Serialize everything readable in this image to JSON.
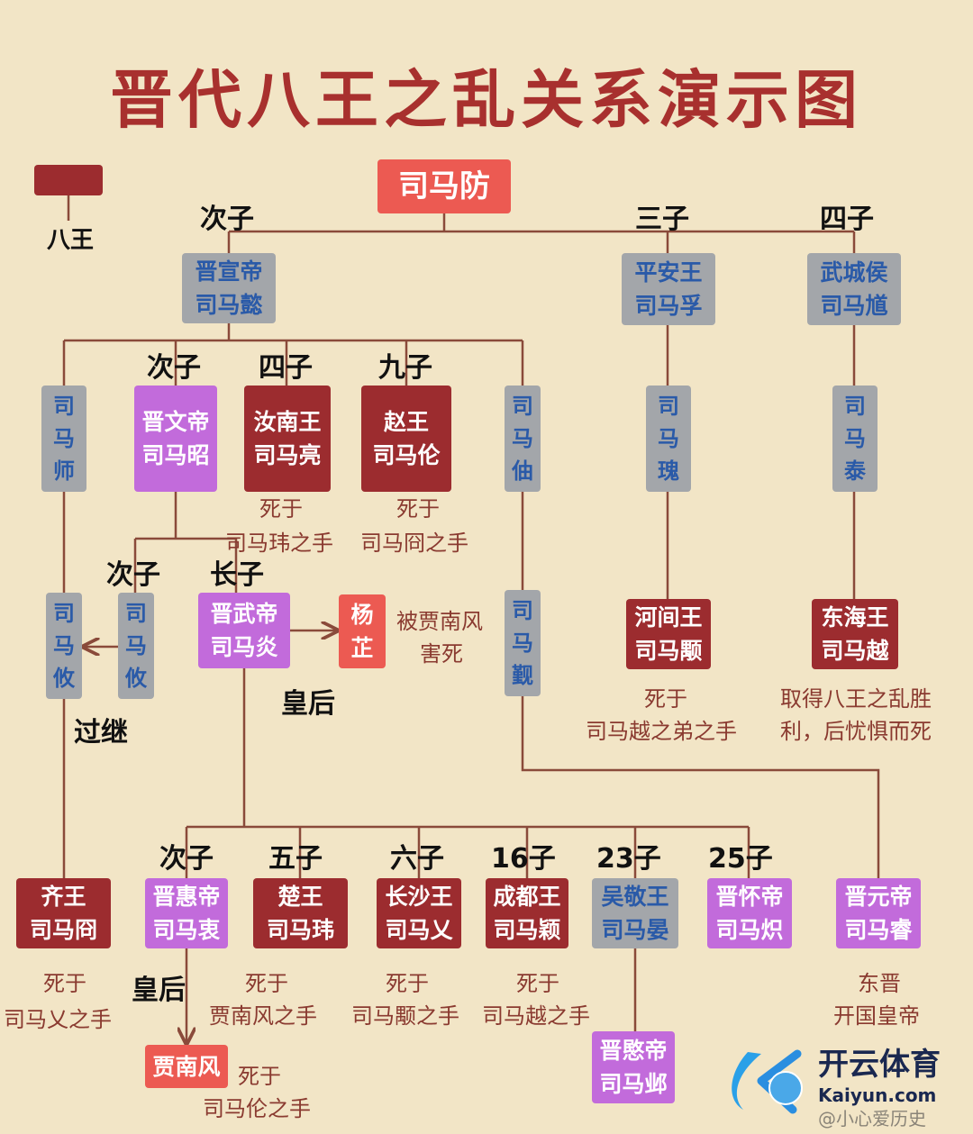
{
  "title": "晋代八王之乱关系演示图",
  "legend": {
    "label": "八王",
    "color": "#9c2c2f"
  },
  "colors": {
    "eight_kings": "#9c2c2f",
    "other": "#a3a6aa",
    "emperor": "#c26bdb",
    "consort": "#ec5a52",
    "background": "#f2e5c6"
  },
  "nodes": {
    "fang": [
      "司马防"
    ],
    "yi": [
      "晋宣帝",
      "司马懿"
    ],
    "fu": [
      "平安王",
      "司马孚"
    ],
    "kui": [
      "武城侯",
      "司马馗"
    ],
    "shi": [
      "司",
      "马",
      "师"
    ],
    "zhao": [
      "晋文帝",
      "司马昭"
    ],
    "liang": [
      "汝南王",
      "司马亮"
    ],
    "lun": [
      "赵王",
      "司马伦"
    ],
    "zhou": [
      "司",
      "马",
      "伷"
    ],
    "gui": [
      "司",
      "马",
      "瑰"
    ],
    "tai": [
      "司",
      "马",
      "泰"
    ],
    "you1": [
      "司",
      "马",
      "攸"
    ],
    "you2": [
      "司",
      "马",
      "攸"
    ],
    "yan": [
      "晋武帝",
      "司马炎"
    ],
    "yangzhi": [
      "杨",
      "芷"
    ],
    "jin": [
      "司",
      "马",
      "觐"
    ],
    "yong": [
      "河间王",
      "司马颙"
    ],
    "yue": [
      "东海王",
      "司马越"
    ],
    "jiong": [
      "齐王",
      "司马冏"
    ],
    "zhong": [
      "晋惠帝",
      "司马衷"
    ],
    "wei": [
      "楚王",
      "司马玮"
    ],
    "ai": [
      "长沙王",
      "司马乂"
    ],
    "ying": [
      "成都王",
      "司马颖"
    ],
    "yanwu": [
      "吴敬王",
      "司马晏"
    ],
    "chi": [
      "晋怀帝",
      "司马炽"
    ],
    "rui": [
      "晋元帝",
      "司马睿"
    ],
    "jianf": [
      "贾南风"
    ],
    "ye": [
      "晋愍帝",
      "司马邺"
    ]
  },
  "labels": {
    "ciz1": "次子",
    "sanz1": "三子",
    "siz1": "四子",
    "ciz2": "次子",
    "siz2": "四子",
    "jiuz": "九子",
    "ciz3": "次子",
    "zhangz": "长子",
    "huanghou1": "皇后",
    "guoji": "过继",
    "ciz4": "次子",
    "wuz": "五子",
    "liuz": "六子",
    "z16": "16子",
    "z23": "23子",
    "z25": "25子",
    "huanghou2": "皇后"
  },
  "notes": {
    "liang": [
      "死于",
      "司马玮之手"
    ],
    "lun": [
      "死于",
      "司马冏之手"
    ],
    "yangzhi": [
      "被贾南风",
      "害死"
    ],
    "yong": [
      "死于",
      "司马越之弟之手"
    ],
    "yue": [
      "取得八王之乱胜",
      "利，后忧惧而死"
    ],
    "jiong": [
      "死于",
      "司马乂之手"
    ],
    "wei": [
      "死于",
      "贾南风之手"
    ],
    "ai": [
      "死于",
      "司马颙之手"
    ],
    "ying": [
      "死于",
      "司马越之手"
    ],
    "rui": [
      "东晋",
      "开国皇帝"
    ],
    "jianf": [
      "死于",
      "司马伦之手"
    ]
  },
  "watermark": {
    "brand": "开云体育",
    "url": "Kaiyun.com",
    "handle": "@小心爱历史"
  }
}
